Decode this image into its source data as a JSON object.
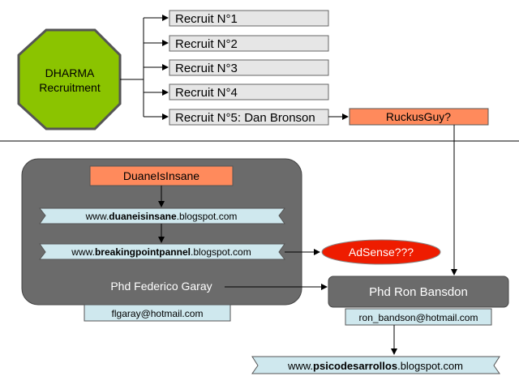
{
  "colors": {
    "octagon_fill": "#8bc400",
    "gray_box": "#e6e6e6",
    "orange_box": "#ff8a5c",
    "dark_panel": "#6b6b6b",
    "phd_ron_fill": "#6b6b6b",
    "email_box": "#cfe8ee",
    "url_banner": "#cfe8ee",
    "adsense_fill": "#ee1c00",
    "line": "#000000"
  },
  "octagon": {
    "line1": "DHARMA",
    "line2": "Recruitment"
  },
  "recruits": [
    {
      "label": "Recruit N°1"
    },
    {
      "label": "Recruit N°2"
    },
    {
      "label": "Recruit N°3"
    },
    {
      "label": "Recruit N°4"
    },
    {
      "label": "Recruit N°5: Dan Bronson"
    }
  ],
  "ruckus": {
    "label": "RuckusGuy?"
  },
  "duane": {
    "label": "DuaneIsInsane"
  },
  "url1": {
    "pre": "www.",
    "bold": "duaneisinsane",
    "post": ".blogspot.com"
  },
  "url2": {
    "pre": "www.",
    "bold": "breakingpointpannel",
    "post": ".blogspot.com"
  },
  "adsense": {
    "label": "AdSense???"
  },
  "federico": {
    "label": "Phd Federico Garay",
    "email": "flgaray@hotmail.com"
  },
  "ron": {
    "label": "Phd Ron Bansdon",
    "email": "ron_bandson@hotmail.com"
  },
  "url3": {
    "pre": "www.",
    "bold": "psicodesarrollos",
    "post": ".blogspot.com"
  }
}
